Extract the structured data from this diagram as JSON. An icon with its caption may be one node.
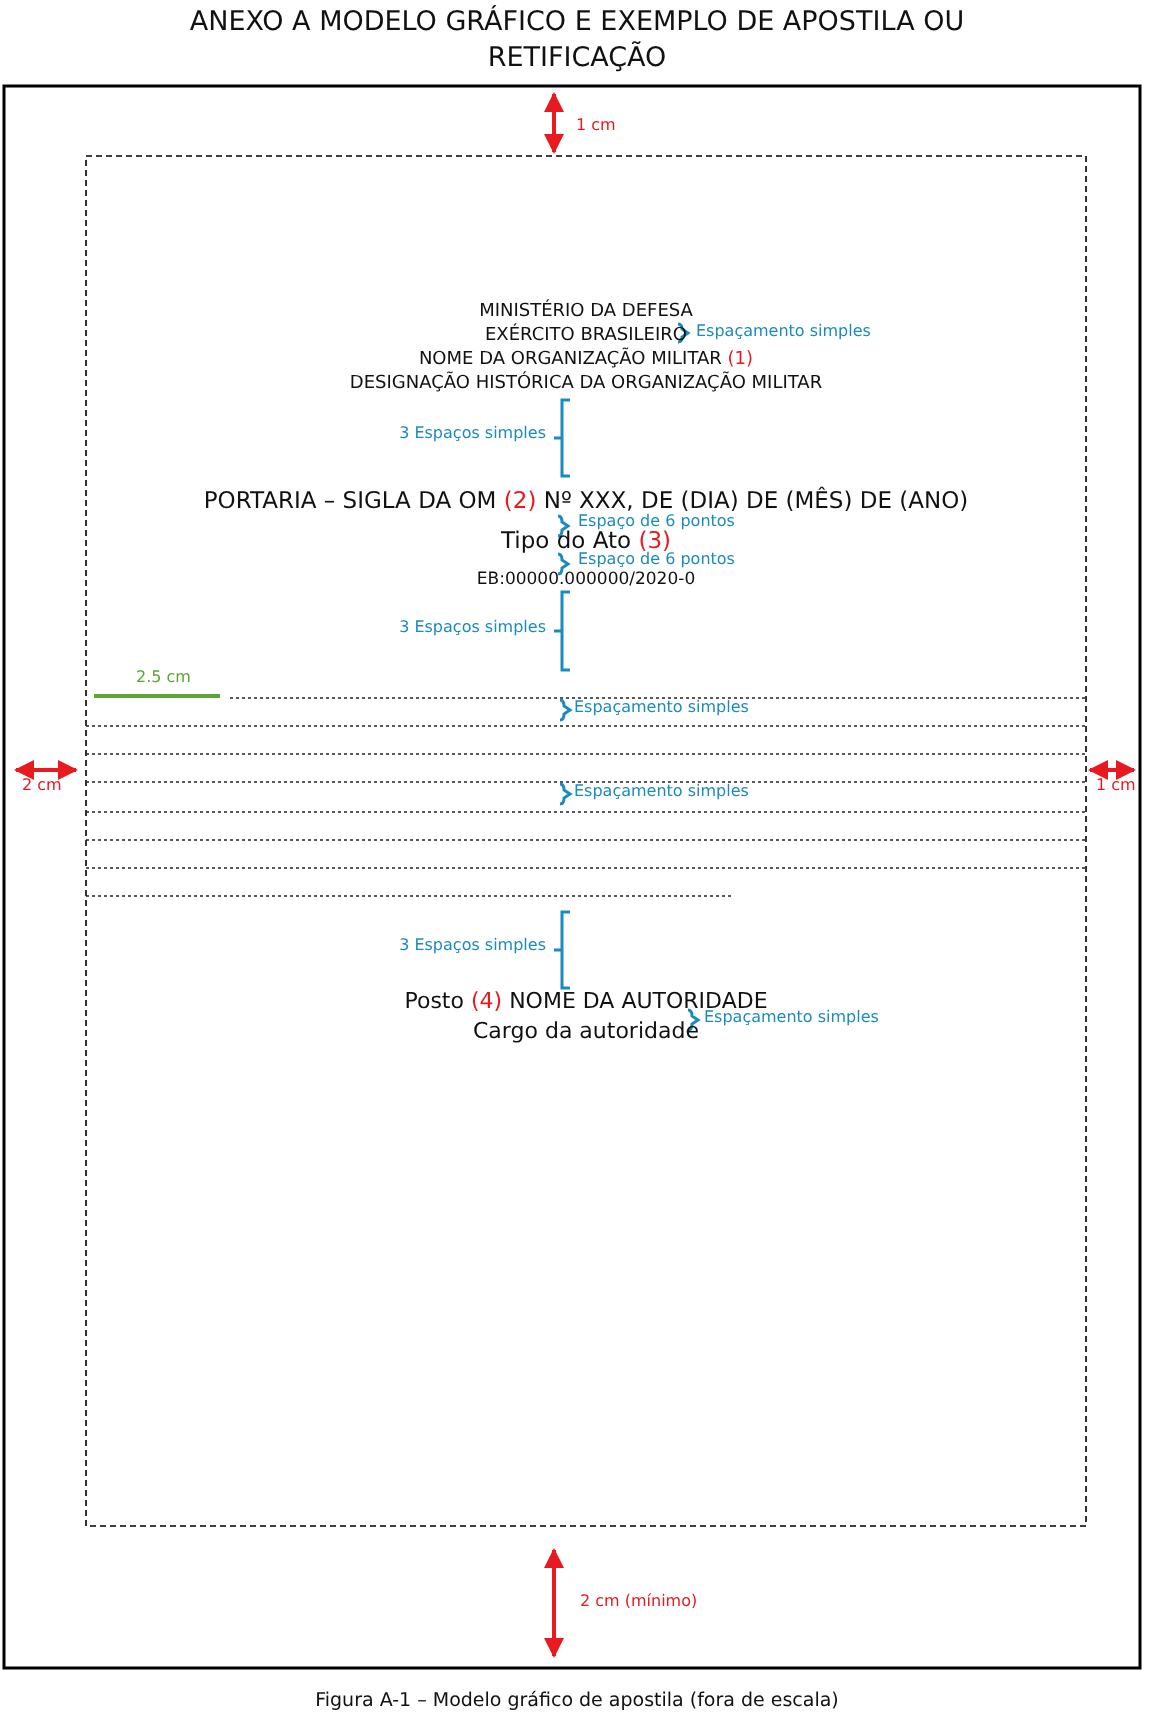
{
  "diagram": {
    "title": "ANEXO A MODELO GRÁFICO E EXEMPLO DE APOSTILA OU RETIFICAÇÃO",
    "caption": "Figura A-1 – Modelo gráfico de apostila (fora de escala)",
    "labels": [
      "1 cm",
      "MINISTÉRIO DA DEFESA",
      "EXÉRCITO BRASILEIRO",
      "Espaçamento simples",
      "NOME DA ORGANIZAÇÃO MILITAR",
      "(1)",
      "DESIGNAÇÃO HISTÓRICA DA ORGANIZAÇÃO MILITAR",
      "3 Espaços simples",
      "PORTARIA – SIGLA DA OM",
      "(2)",
      "Nº XXX, DE (DIA) DE (MÊS) DE (ANO)",
      "Espaço de 6 pontos",
      "Tipo do Ato",
      "(3)",
      "Espaço de 6 pontos",
      "EB:00000.000000/2020-0",
      "3 Espaços simples",
      "2.5 cm",
      "Espaçamento simples",
      "2 cm",
      "1 cm",
      "Espaçamento simples",
      "3 Espaços simples",
      "Posto",
      "(4)",
      "NOME DA AUTORIDADE",
      "Espaçamento simples",
      "Cargo da autoridade",
      "2 cm (mínimo)"
    ]
  }
}
